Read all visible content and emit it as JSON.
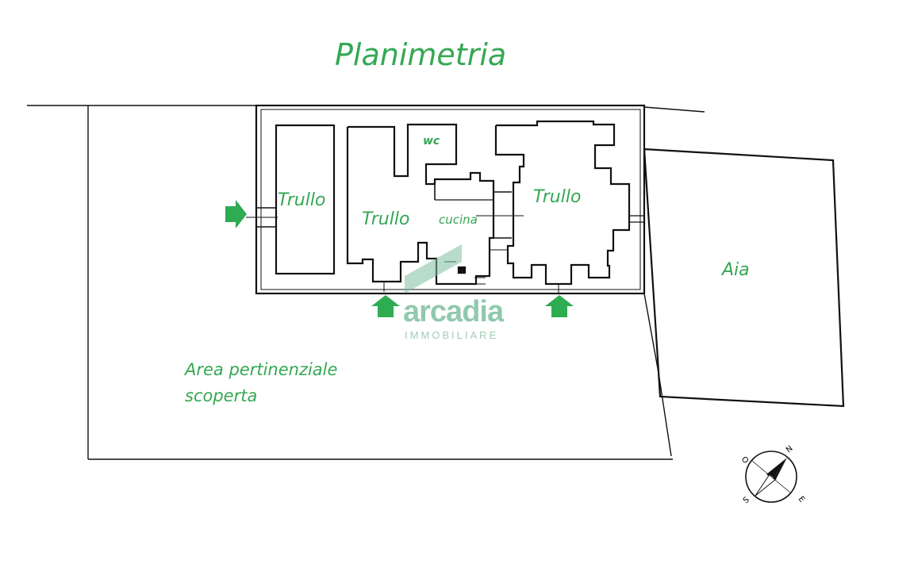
{
  "title": "Planimetria",
  "rooms": {
    "trullo_left": "Trullo",
    "trullo_center": "Trullo",
    "trullo_right": "Trullo",
    "wc": "wc",
    "cucina": "cucina",
    "aia": "Aia"
  },
  "outdoor_area": {
    "line1": "Area pertinenziale",
    "line2": "scoperta"
  },
  "watermark": {
    "brand": "arcadia",
    "subtitle": "IMMOBILIARE"
  },
  "compass": {
    "letters": [
      "N",
      "E",
      "S",
      "O"
    ]
  },
  "colors": {
    "label": "#34a853",
    "arrow": "#2eac52",
    "lines": "#111111",
    "watermark": "#7ec0a0"
  }
}
